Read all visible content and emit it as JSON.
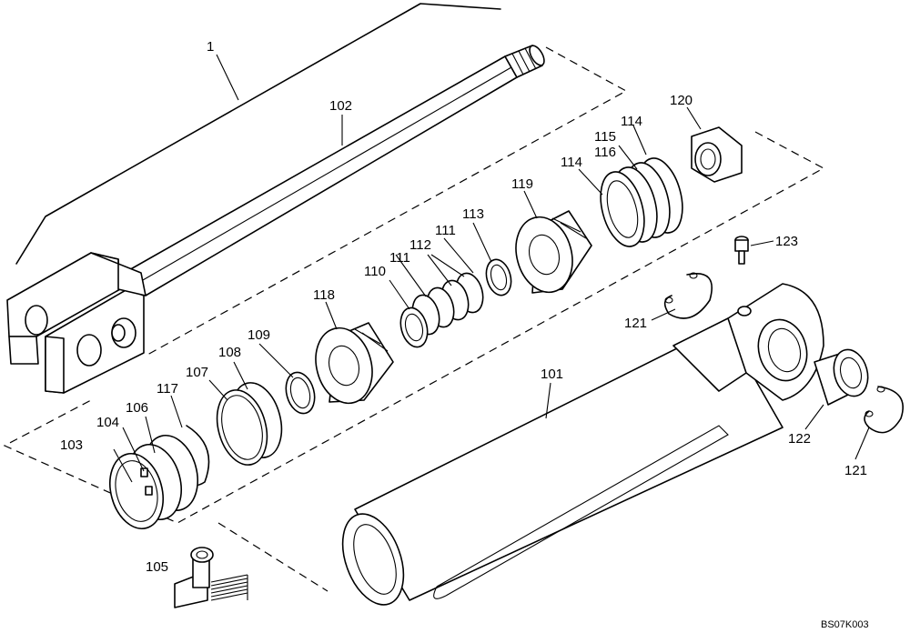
{
  "labels": {
    "n1": "1",
    "n101": "101",
    "n102": "102",
    "n103": "103",
    "n104": "104",
    "n105": "105",
    "n106": "106",
    "n107": "107",
    "n108": "108",
    "n109": "109",
    "n110": "110",
    "n111a": "111",
    "n111b": "111",
    "n112": "112",
    "n113": "113",
    "n114a": "114",
    "n114b": "114",
    "n115": "115",
    "n116": "116",
    "n117": "117",
    "n118": "118",
    "n119": "119",
    "n120": "120",
    "n121a": "121",
    "n121b": "121",
    "n122": "122",
    "n123": "123"
  },
  "drawing_code": "BS07K003",
  "colors": {
    "line": "#000000",
    "background": "#ffffff"
  }
}
